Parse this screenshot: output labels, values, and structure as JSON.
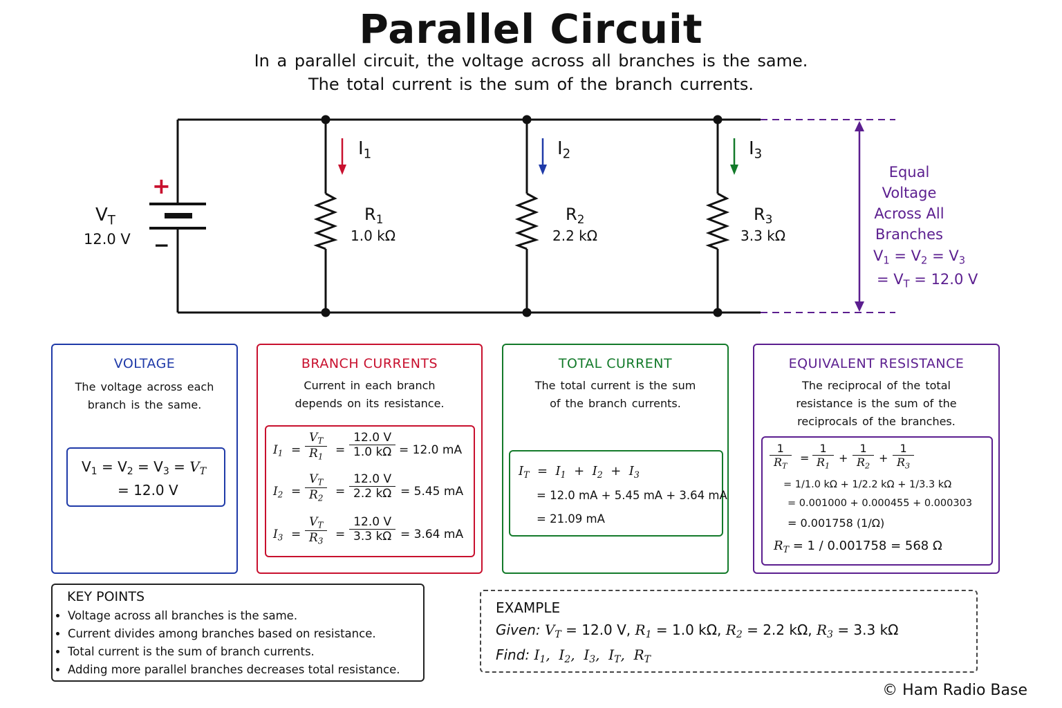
{
  "header": {
    "title": "Parallel Circuit",
    "subtitle_line1": "In a parallel circuit, the voltage across all branches is the same.",
    "subtitle_line2": "The total current is the sum of the branch currents."
  },
  "circuit": {
    "source": {
      "plus": "+",
      "minus": "−",
      "value": "12.0 V"
    },
    "branches": [
      {
        "current": "I",
        "current_sub": "1",
        "resistor": "R",
        "resistor_sub": "1",
        "value": "1.0 kΩ"
      },
      {
        "current": "I",
        "current_sub": "2",
        "resistor": "R",
        "resistor_sub": "2",
        "value": "2.2 kΩ"
      },
      {
        "current": "I",
        "current_sub": "3",
        "resistor": "R",
        "resistor_sub": "3",
        "value": "3.3 kΩ"
      }
    ],
    "annotation": {
      "line1": "Equal",
      "line2": "Voltage",
      "line3": "Across All",
      "line4": "Branches",
      "eq": "= V",
      "eq_tail": " = 12.0 V"
    }
  },
  "panels": {
    "voltage": {
      "title": "VOLTAGE",
      "desc1": "The voltage across each",
      "desc2": "branch is the same.",
      "formula_value": "= 12.0 V"
    },
    "branch_currents": {
      "title": "BRANCH CURRENTS",
      "desc1": "Current in each branch",
      "desc2": "depends on its resistance.",
      "rows": [
        {
          "num": "12.0 V",
          "den": "1.0 kΩ",
          "result": "= 12.0 mA"
        },
        {
          "num": "12.0 V",
          "den": "2.2 kΩ",
          "result": "= 5.45 mA"
        },
        {
          "num": "12.0 V",
          "den": "3.3 kΩ",
          "result": "= 3.64 mA"
        }
      ]
    },
    "total_current": {
      "title": "TOTAL CURRENT",
      "desc1": "The total current is the sum",
      "desc2": "of the branch currents.",
      "line2": "= 12.0 mA + 5.45 mA + 3.64 mA",
      "line3": "= 21.09 mA"
    },
    "equivalent_resistance": {
      "title": "EQUIVALENT RESISTANCE",
      "desc1": "The reciprocal of the total",
      "desc2": "resistance is the sum of the",
      "desc3": "reciprocals of the branches.",
      "one": "1",
      "line2": "= 1/1.0 kΩ + 1/2.2 kΩ + 1/3.3 kΩ",
      "line3": "= 0.001000 + 0.000455 + 0.000303",
      "line4": "= 0.001758 (1/Ω)",
      "line5": "= 1 / 0.001758 = 568 Ω"
    }
  },
  "key_points": {
    "title": "KEY POINTS",
    "items": [
      "Voltage across all branches is the same.",
      "Current divides among branches based on resistance.",
      "Total current is the sum of branch currents.",
      "Adding more parallel branches decreases total resistance."
    ]
  },
  "example": {
    "title": "EXAMPLE",
    "given_label": "Given:",
    "given_v": "= 12.0 V,",
    "given_r1": "= 1.0 kΩ,",
    "given_r2": "= 2.2 kΩ,",
    "given_r3": "= 3.3 kΩ",
    "find_label": "Find:"
  },
  "footer": {
    "copyright": "© Ham Radio Base"
  },
  "colors": {
    "red": "#c8102e",
    "blue": "#1f3aa8",
    "green": "#137a2a",
    "purple": "#5b1e8f"
  }
}
